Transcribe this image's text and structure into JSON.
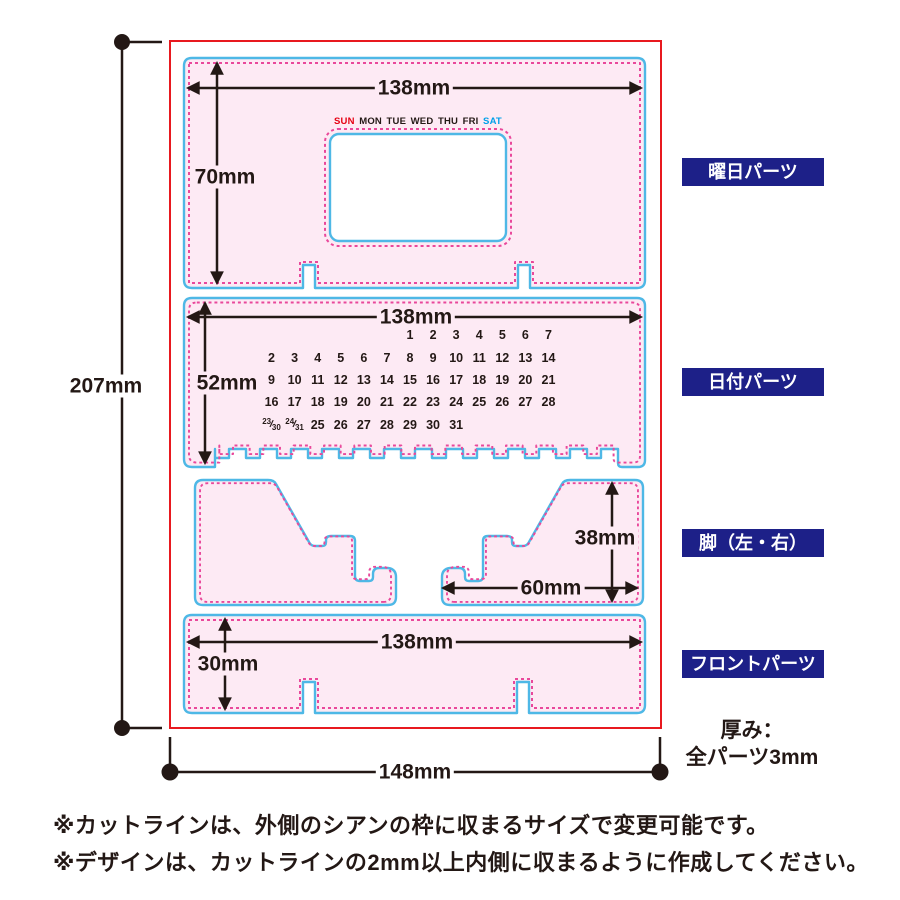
{
  "sheet": {
    "width_label": "148mm",
    "height_label": "207mm"
  },
  "parts": [
    {
      "id": "weekday",
      "tag_label": "曜日パーツ",
      "width_label": "138mm",
      "height_label": "70mm"
    },
    {
      "id": "date",
      "tag_label": "日付パーツ",
      "width_label": "138mm",
      "height_label": "52mm"
    },
    {
      "id": "legs",
      "tag_label": "脚（左・右）",
      "width_label": "60mm",
      "height_label": "38mm"
    },
    {
      "id": "front",
      "tag_label": "フロントパーツ",
      "width_label": "138mm",
      "height_label": "30mm"
    }
  ],
  "weekdays": [
    {
      "label": "SUN",
      "color": "#e60012"
    },
    {
      "label": "MON",
      "color": "#231815"
    },
    {
      "label": "TUE",
      "color": "#231815"
    },
    {
      "label": "WED",
      "color": "#231815"
    },
    {
      "label": "THU",
      "color": "#231815"
    },
    {
      "label": "FRI",
      "color": "#231815"
    },
    {
      "label": "SAT",
      "color": "#00a0e9"
    }
  ],
  "calendar_rows": [
    [
      "",
      "",
      "",
      "",
      "",
      "",
      "1",
      "2",
      "3",
      "4",
      "5",
      "6",
      "7"
    ],
    [
      "2",
      "3",
      "4",
      "5",
      "6",
      "7",
      "8",
      "9",
      "10",
      "11",
      "12",
      "13",
      "14"
    ],
    [
      "9",
      "10",
      "11",
      "12",
      "13",
      "14",
      "15",
      "16",
      "17",
      "18",
      "19",
      "20",
      "21"
    ],
    [
      "16",
      "17",
      "18",
      "19",
      "20",
      "21",
      "22",
      "23",
      "24",
      "25",
      "26",
      "27",
      "28"
    ],
    [
      "23/30",
      "24/31",
      "25",
      "26",
      "27",
      "28",
      "29",
      "30",
      "31",
      "",
      "",
      "",
      ""
    ]
  ],
  "thickness_note": {
    "line1": "厚み：",
    "line2": "全パーツ3mm"
  },
  "footnotes": [
    "※カットラインは、外側のシアンの枠に収まるサイズで変更可能です。",
    "※デザインは、カットラインの2mm以上内側に収まるように作成してください。"
  ],
  "colors": {
    "part_fill": "#fdeaf4",
    "cut_line": "#4eb8e6",
    "design_line": "#e9489b",
    "sheet_frame": "#e8191f",
    "label_bg": "#1d2088",
    "ink": "#231815"
  }
}
